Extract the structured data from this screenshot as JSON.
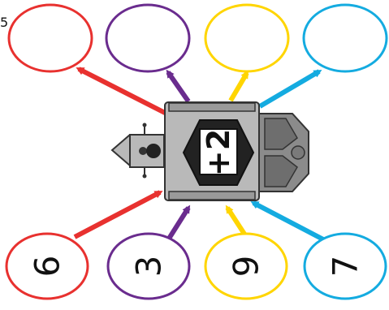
{
  "machine": {
    "rule": "+2",
    "rotation_degrees": -90
  },
  "colors": {
    "red": "#e8312f",
    "purple": "#6a2c8e",
    "yellow": "#ffd500",
    "blue": "#14abe0",
    "machine_body": "#b9b9b9",
    "machine_dark": "#6e6e6e"
  },
  "inputs": [
    {
      "color": "red",
      "value": "6"
    },
    {
      "color": "purple",
      "value": "3"
    },
    {
      "color": "yellow",
      "value": "9"
    },
    {
      "color": "blue",
      "value": "7"
    }
  ],
  "outputs": [
    {
      "color": "red",
      "value": ""
    },
    {
      "color": "purple",
      "value": ""
    },
    {
      "color": "yellow",
      "value": ""
    },
    {
      "color": "blue",
      "value": ""
    }
  ],
  "page": {
    "cropped_text_fragment": "5"
  }
}
